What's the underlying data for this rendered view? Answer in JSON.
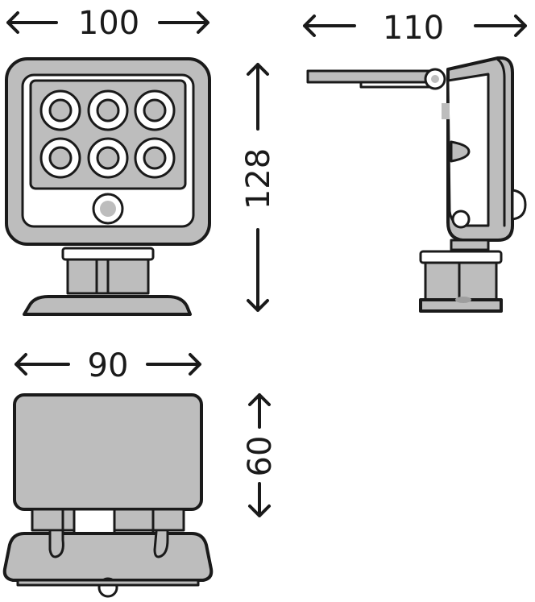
{
  "dimensions": {
    "front_width": "100",
    "side_depth": "110",
    "front_height": "128",
    "top_width": "90",
    "top_depth": "60"
  },
  "colors": {
    "outline": "#1a1a1a",
    "body_fill": "#bdbdbd",
    "shadow_fill": "#9e9e9e",
    "background": "#ffffff"
  },
  "icons": {
    "left_arrow": "arrow-left-icon",
    "right_arrow": "arrow-right-icon",
    "up_arrow": "arrow-up-icon",
    "down_arrow": "arrow-down-icon"
  }
}
